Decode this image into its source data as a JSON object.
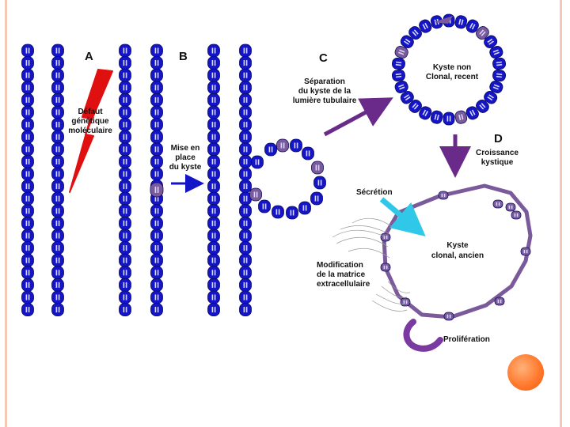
{
  "labels": {
    "A": "A",
    "B": "B",
    "C": "C",
    "D": "D",
    "defaut_line1": "Défaut",
    "defaut_line2": "génétique",
    "defaut_line3": "moléculaire",
    "mise_line1": "Mise en",
    "mise_line2": "place",
    "mise_line3": "du kyste",
    "separation_line1": "Séparation",
    "separation_line2": "du kyste de la",
    "separation_line3": "lumière tubulaire",
    "kyste_recent_line1": "Kyste non",
    "kyste_recent_line2": "Clonal, recent",
    "croissance_line1": "Croissance",
    "croissance_line2": "kystique",
    "secretion": "Sécrétion",
    "kyste_ancien_line1": "Kyste",
    "kyste_ancien_line2": "clonal, ancien",
    "modif_line1": "Modification",
    "modif_line2": "de la matrice",
    "modif_line3": "extracellulaire",
    "proliferation": "Prolifération"
  },
  "colors": {
    "cell_blue": "#1515c8",
    "cell_mutant": "#7a5a9a",
    "arrow_purple": "#6a2a8a",
    "arrow_red": "#e01010",
    "arrow_cyan": "#30c8e8",
    "accent_orange": "#ff7a2e",
    "slide_border": "#f3c9b6"
  }
}
